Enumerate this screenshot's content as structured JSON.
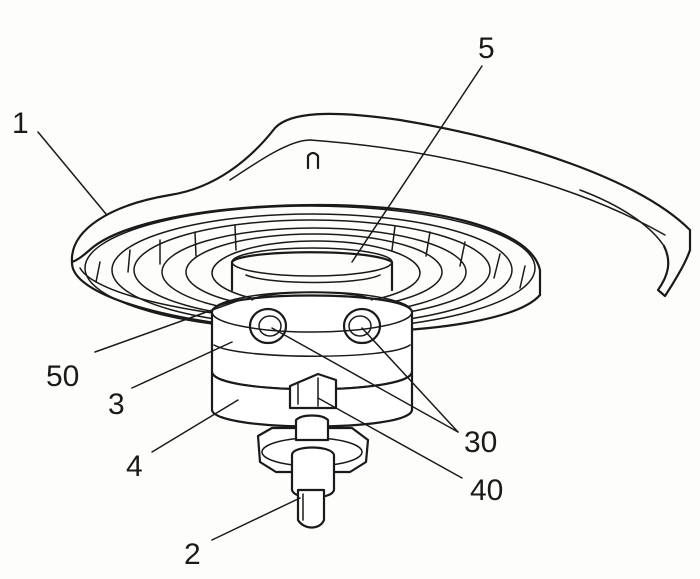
{
  "labels": {
    "l1": "1",
    "l5": "5",
    "l50": "50",
    "l3": "3",
    "l4": "4",
    "l2": "2",
    "l30": "30",
    "l40": "40"
  }
}
